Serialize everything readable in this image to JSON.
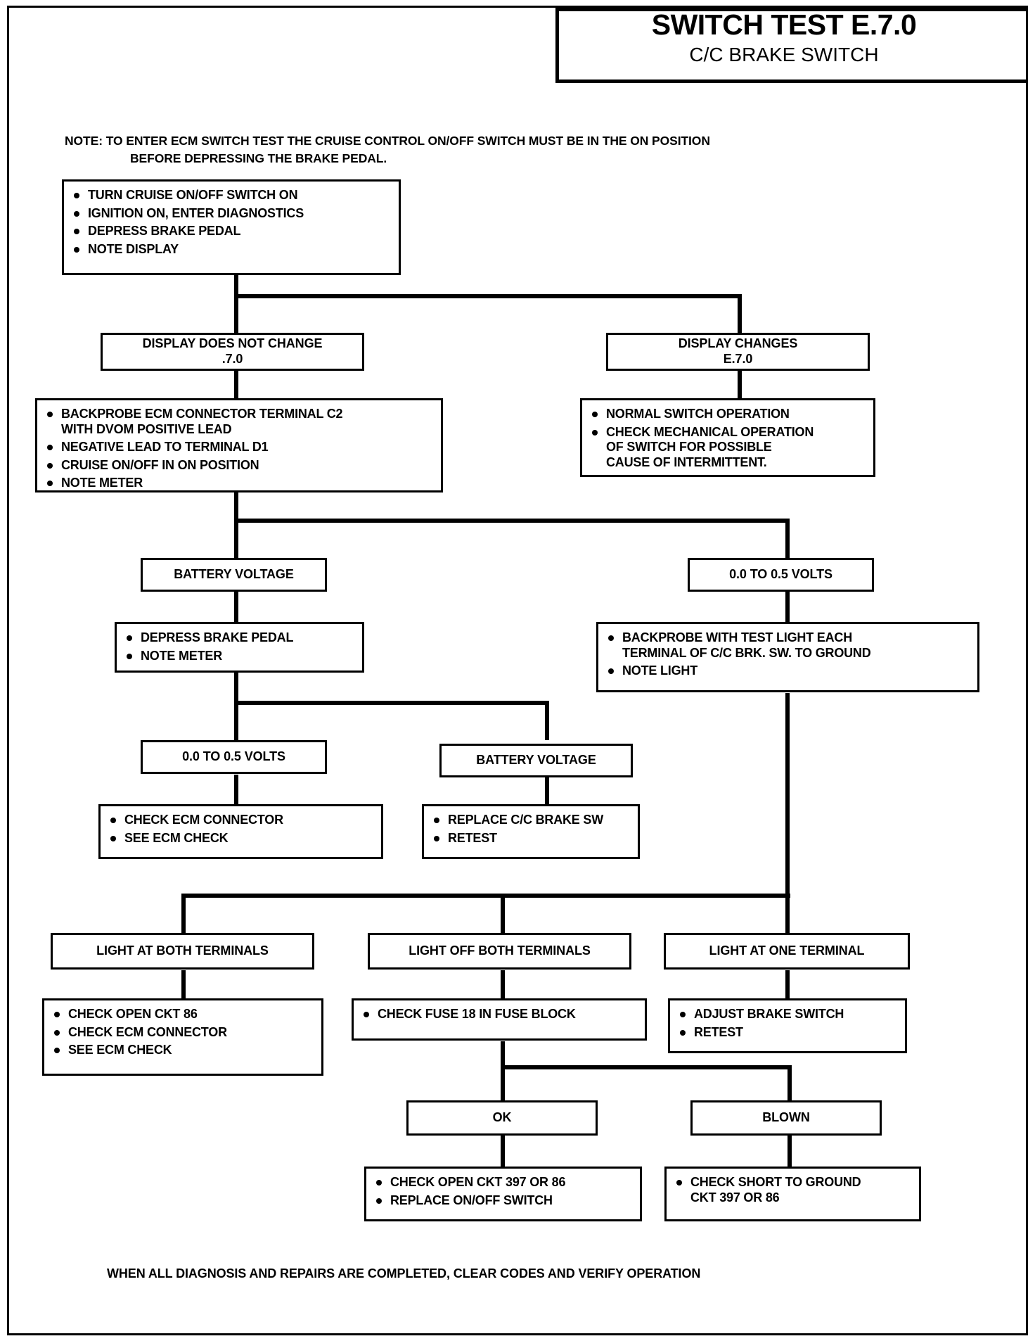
{
  "header": {
    "title": "SWITCH TEST E.7.0",
    "subtitle": "C/C BRAKE SWITCH"
  },
  "note": {
    "line1": "NOTE: TO ENTER ECM SWITCH TEST THE CRUISE CONTROL ON/OFF SWITCH MUST BE IN THE ON POSITION",
    "line2": "BEFORE DEPRESSING THE BRAKE PEDAL."
  },
  "footer": {
    "text": "WHEN ALL DIAGNOSIS AND REPAIRS ARE COMPLETED, CLEAR CODES AND VERIFY OPERATION"
  },
  "nodes": {
    "start": {
      "b1": "TURN CRUISE ON/OFF SWITCH ON",
      "b2": "IGNITION ON, ENTER DIAGNOSTICS",
      "b3": "DEPRESS BRAKE PEDAL",
      "b4": "NOTE DISPLAY"
    },
    "display_no_change": {
      "line1": "DISPLAY DOES NOT CHANGE",
      "line2": ".7.0"
    },
    "display_changes": {
      "line1": "DISPLAY CHANGES",
      "line2": "E.7.0"
    },
    "backprobe_ecm": {
      "b1": "BACKPROBE ECM CONNECTOR TERMINAL C2\nWITH DVOM POSITIVE LEAD",
      "b2": "NEGATIVE LEAD  TO TERMINAL D1",
      "b3": "CRUISE ON/OFF IN ON POSITION",
      "b4": "NOTE METER"
    },
    "normal_switch": {
      "b1": "NORMAL SWITCH OPERATION",
      "b2": "CHECK MECHANICAL OPERATION\nOF SWITCH  FOR POSSIBLE\nCAUSE OF INTERMITTENT."
    },
    "battery_voltage_1": {
      "line1": "BATTERY VOLTAGE"
    },
    "volts_05_1": {
      "line1": "0.0 TO 0.5 VOLTS"
    },
    "depress_note": {
      "b1": "DEPRESS BRAKE PEDAL",
      "b2": "NOTE METER"
    },
    "backprobe_test_light": {
      "b1": "BACKPROBE WITH TEST LIGHT EACH\nTERMINAL OF C/C BRK. SW. TO GROUND",
      "b2": "NOTE LIGHT"
    },
    "volts_05_2": {
      "line1": "0.0 TO 0.5 VOLTS"
    },
    "battery_voltage_2": {
      "line1": "BATTERY VOLTAGE"
    },
    "check_ecm_conn": {
      "b1": "CHECK ECM CONNECTOR",
      "b2": "SEE ECM CHECK"
    },
    "replace_brake_sw": {
      "b1": "REPLACE C/C BRAKE SW",
      "b2": "RETEST"
    },
    "light_both": {
      "line1": "LIGHT AT BOTH TERMINALS"
    },
    "light_off_both": {
      "line1": "LIGHT OFF BOTH TERMINALS"
    },
    "light_one": {
      "line1": "LIGHT AT ONE TERMINAL"
    },
    "check_open_86": {
      "b1": "CHECK OPEN CKT 86",
      "b2": "CHECK ECM CONNECTOR",
      "b3": "SEE  ECM CHECK"
    },
    "check_fuse_18": {
      "b1": "CHECK FUSE 18 IN FUSE BLOCK"
    },
    "adjust_brake_sw": {
      "b1": "ADJUST BRAKE SWITCH",
      "b2": "RETEST"
    },
    "ok": {
      "line1": "OK"
    },
    "blown": {
      "line1": "BLOWN"
    },
    "check_open_397": {
      "b1": "CHECK OPEN CKT 397 OR 86",
      "b2": "REPLACE ON/OFF SWITCH"
    },
    "check_short_ground": {
      "b1": "CHECK SHORT TO GROUND\nCKT 397 OR 86"
    }
  }
}
